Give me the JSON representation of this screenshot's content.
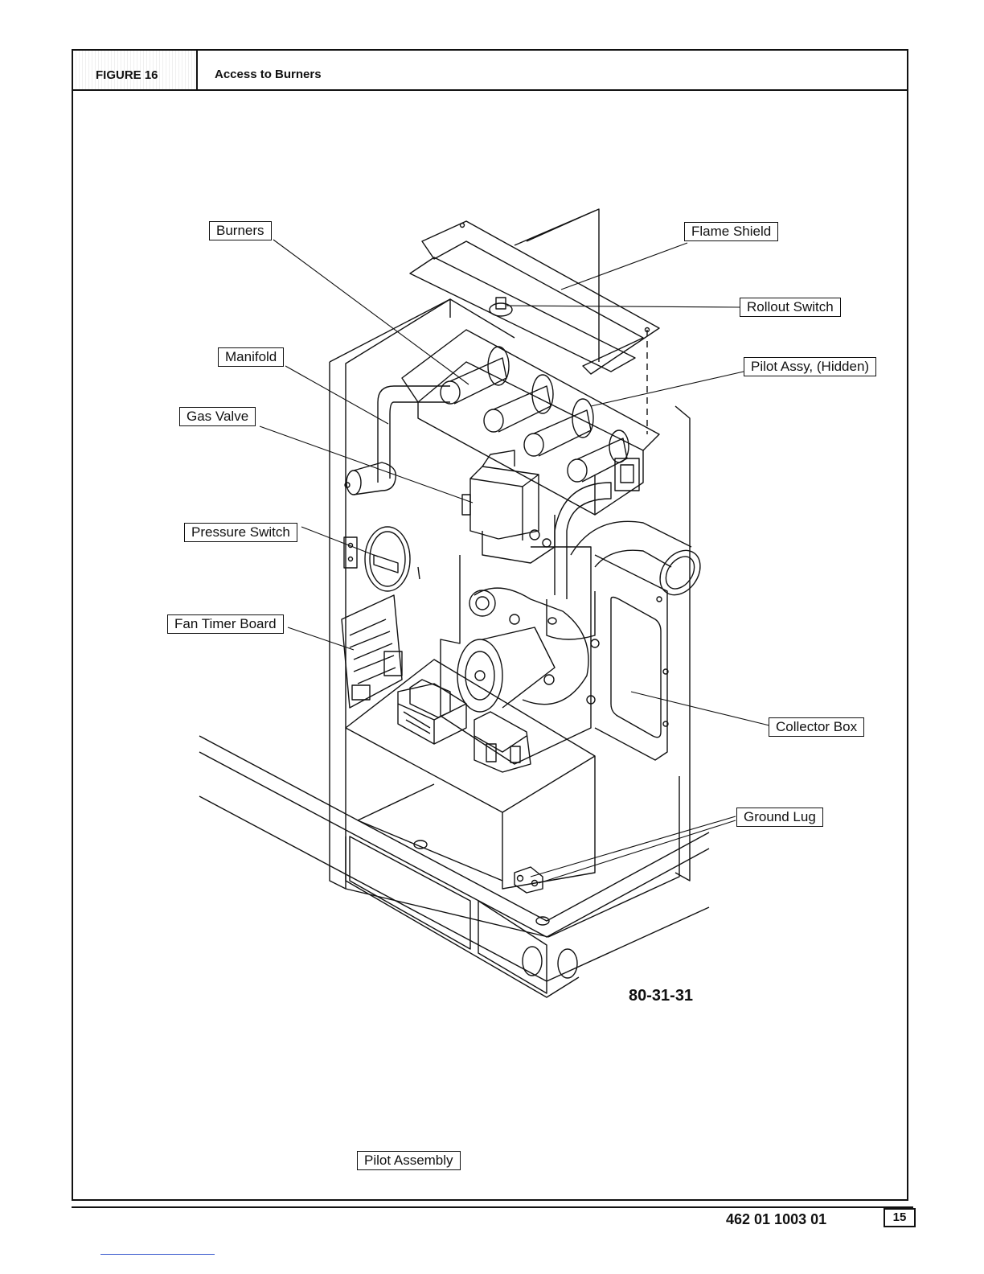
{
  "figure": {
    "number": "FIGURE 16",
    "title": "Access to Burners",
    "drawing_code": "80-31-31"
  },
  "callouts": {
    "burners": "Burners",
    "flame_shield": "Flame Shield",
    "rollout_switch": "Rollout Switch",
    "manifold": "Manifold",
    "pilot_assy": "Pilot Assy, (Hidden)",
    "gas_valve": "Gas Valve",
    "pressure_switch": "Pressure Switch",
    "fan_timer_board": "Fan Timer Board",
    "collector_box": "Collector Box",
    "ground_lug": "Ground Lug",
    "pilot_assembly": "Pilot Assembly"
  },
  "footer": {
    "doc_number": "462 01 1003 01",
    "page_number": "15"
  }
}
